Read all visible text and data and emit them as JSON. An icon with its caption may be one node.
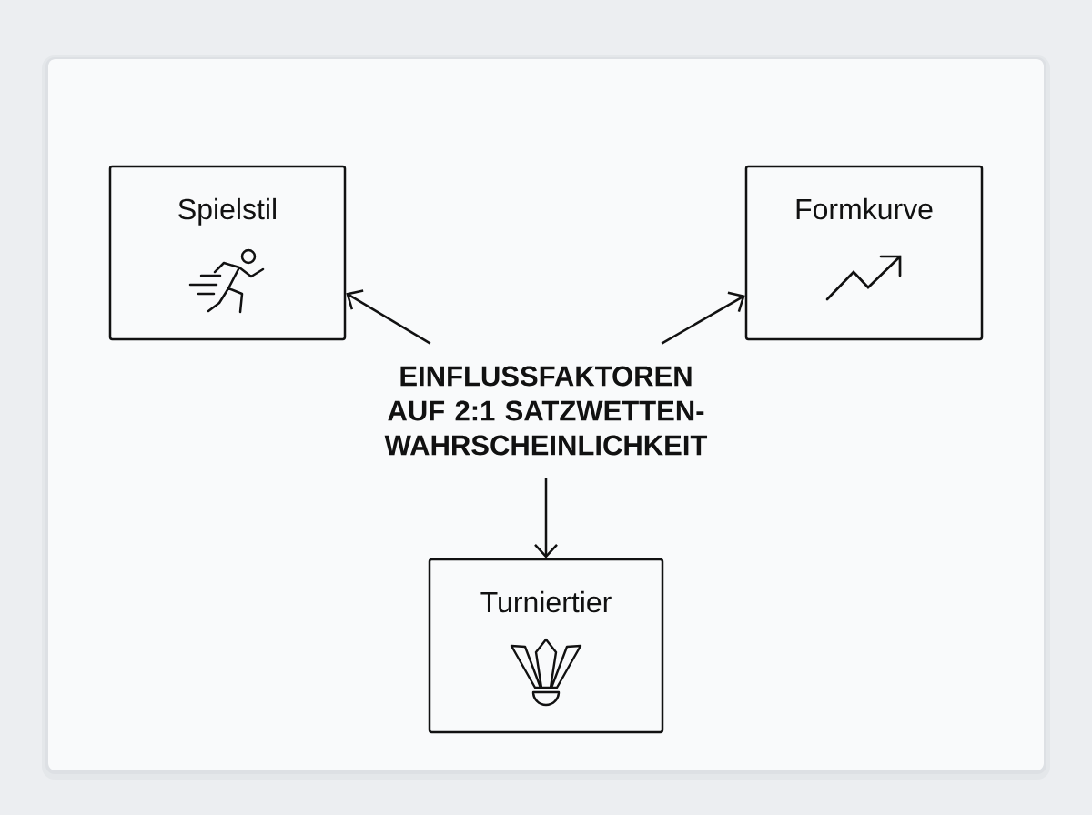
{
  "diagram": {
    "nodes": [
      {
        "text": [
          "Spielstil"
        ]
      },
      {
        "text": [
          "Formkurve"
        ]
      },
      {
        "text": [
          "EINFLUSSFAKTOREN AUF 2:1 SATZWETTEN- WAHRSCHEINLICHKEIT"
        ]
      },
      {
        "text": [
          "Turniertier"
        ]
      }
    ],
    "edges": [
      {
        "from": 2,
        "to": 0,
        "arrow": "to"
      },
      {
        "from": 2,
        "to": 1,
        "arrow": "to"
      },
      {
        "from": 2,
        "to": 3,
        "arrow": "to"
      }
    ]
  }
}
